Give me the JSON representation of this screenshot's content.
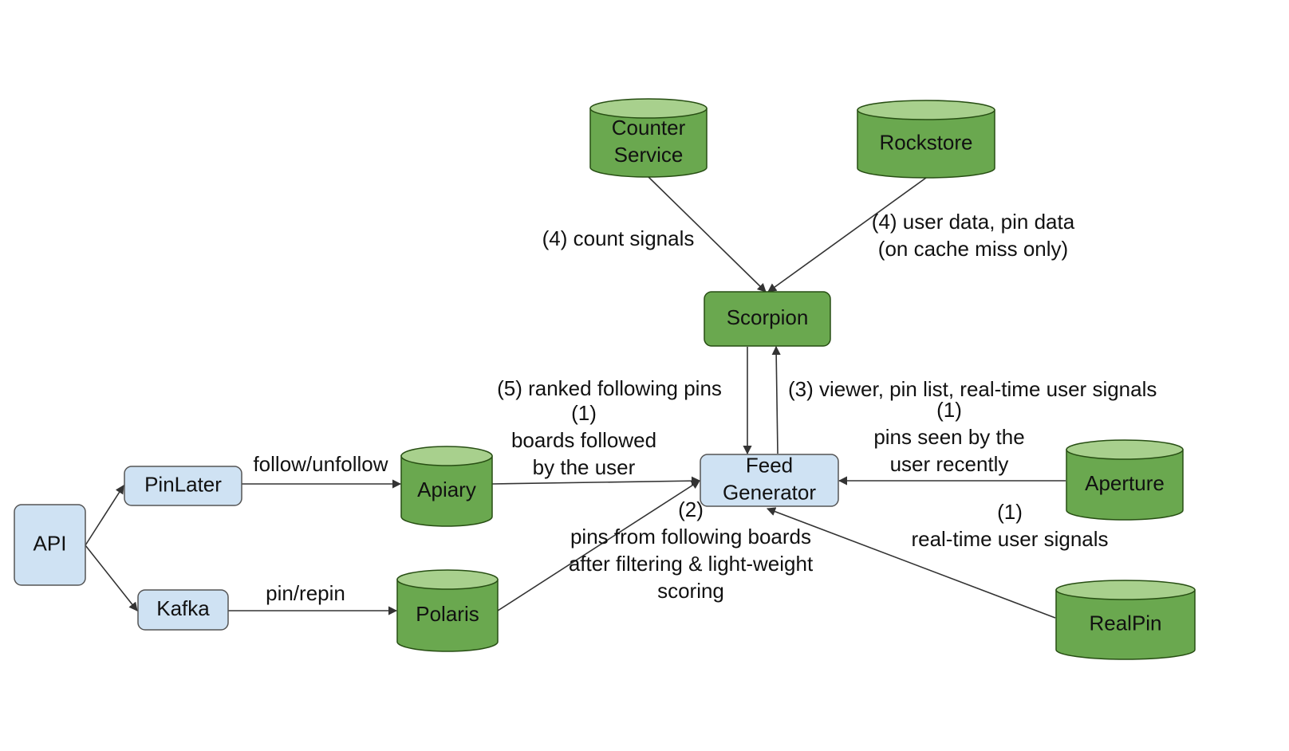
{
  "colors": {
    "service_fill": "#cfe2f3",
    "service_stroke": "#555555",
    "store_fill": "#6aa84f",
    "store_top": "#a8d08d",
    "store_stroke": "#274e13",
    "edge": "#333333",
    "text": "#111111"
  },
  "nodes": {
    "api": {
      "type": "service",
      "label": "API",
      "interactable": false
    },
    "pinlater": {
      "type": "service",
      "label": "PinLater",
      "interactable": false
    },
    "kafka": {
      "type": "service",
      "label": "Kafka",
      "interactable": false
    },
    "apiary": {
      "type": "datastore",
      "label": "Apiary",
      "interactable": false
    },
    "polaris": {
      "type": "datastore",
      "label": "Polaris",
      "interactable": false
    },
    "feed_generator": {
      "type": "service",
      "label": "Feed\nGenerator",
      "interactable": false
    },
    "scorpion": {
      "type": "green-box",
      "label": "Scorpion",
      "interactable": false
    },
    "counter_service": {
      "type": "datastore",
      "label": "Counter\nService",
      "interactable": false
    },
    "rockstore": {
      "type": "datastore",
      "label": "Rockstore",
      "interactable": false
    },
    "aperture": {
      "type": "datastore",
      "label": "Aperture",
      "interactable": false
    },
    "realpin": {
      "type": "datastore",
      "label": "RealPin",
      "interactable": false
    }
  },
  "edges": [
    {
      "id": "api-pinlater",
      "from": "api",
      "to": "pinlater",
      "label": ""
    },
    {
      "id": "api-kafka",
      "from": "api",
      "to": "kafka",
      "label": ""
    },
    {
      "id": "pinlater-apiary",
      "from": "pinlater",
      "to": "apiary",
      "label": "follow/unfollow"
    },
    {
      "id": "kafka-polaris",
      "from": "kafka",
      "to": "polaris",
      "label": "pin/repin"
    },
    {
      "id": "apiary-feedgen",
      "from": "apiary",
      "to": "feed_generator",
      "label": "(1)\nboards followed\nby the user"
    },
    {
      "id": "polaris-feedgen",
      "from": "polaris",
      "to": "feed_generator",
      "label": "(2)\npins from following boards\nafter filtering & light-weight\nscoring"
    },
    {
      "id": "aperture-feedgen",
      "from": "aperture",
      "to": "feed_generator",
      "label": "(1)\npins seen by the\nuser recently"
    },
    {
      "id": "realpin-feedgen",
      "from": "realpin",
      "to": "feed_generator",
      "label": "(1)\nreal-time user signals"
    },
    {
      "id": "scorpion-feedgen",
      "from": "scorpion",
      "to": "feed_generator",
      "label": "(5) ranked following pins"
    },
    {
      "id": "feedgen-scorpion",
      "from": "feed_generator",
      "to": "scorpion",
      "label": "(3) viewer, pin list, real-time user signals"
    },
    {
      "id": "counter-scorpion",
      "from": "counter_service",
      "to": "scorpion",
      "label": "(4) count signals"
    },
    {
      "id": "rockstore-scorpion",
      "from": "rockstore",
      "to": "scorpion",
      "label": "(4) user data, pin data\n(on cache miss only)"
    }
  ]
}
